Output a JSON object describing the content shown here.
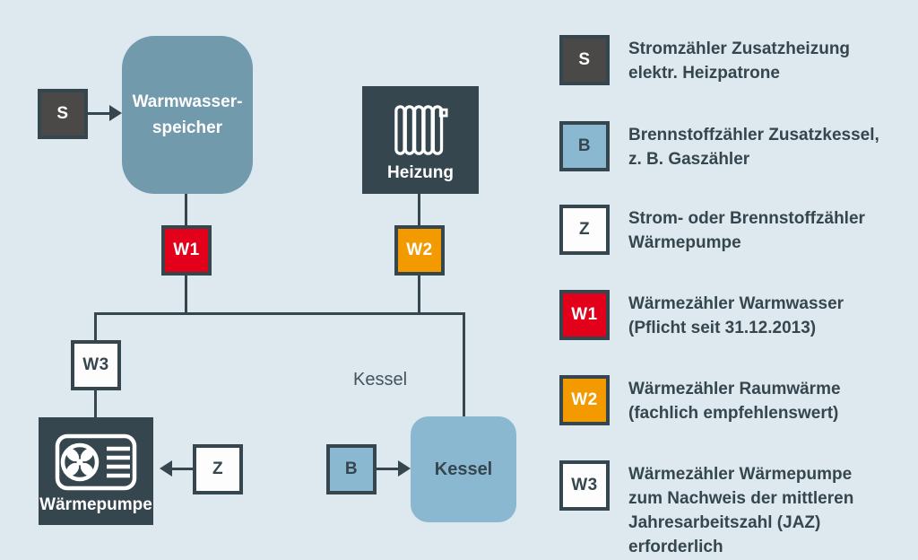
{
  "colors": {
    "background": "#dee8ef",
    "dark_slate": "#36464f",
    "dark_gray_meter": "#4a4947",
    "steel_blue_storage": "#719aac",
    "light_blue_kessel": "#8ab8d0",
    "red_w1": "#e2001a",
    "orange_w2": "#f29a00",
    "white_meter": "#fdfdfd"
  },
  "icons": {
    "heizung": "radiator-icon",
    "waermepumpe": "heat-pump-fan-icon"
  },
  "diagram": {
    "s_meter": "S",
    "storage_label": "Warmwasser-\nspeicher",
    "heizung_label": "Heizung",
    "w1_meter": "W1",
    "w2_meter": "W2",
    "w3_meter": "W3",
    "z_meter": "Z",
    "b_meter": "B",
    "kessel_area_label": "Kessel",
    "kessel_label": "Kessel",
    "waermepumpe_label": "Wärmepumpe"
  },
  "legend": {
    "items": [
      {
        "key": "S",
        "color": "#4a4947",
        "text": "Stromzähler Zusatzheizung\nelektr. Heizpatrone"
      },
      {
        "key": "B",
        "color": "#8ab8d0",
        "text": "Brennstoffzähler Zusatzkessel,\nz. B. Gaszähler"
      },
      {
        "key": "Z",
        "color": "#fdfdfd",
        "text": "Strom- oder Brennstoffzähler\nWärmepumpe"
      },
      {
        "key": "W1",
        "color": "#e2001a",
        "text": "Wärmezähler Warmwasser\n(Pflicht seit 31.12.2013)"
      },
      {
        "key": "W2",
        "color": "#f29a00",
        "text": "Wärmezähler Raumwärme\n(fachlich empfehlenswert)"
      },
      {
        "key": "W3",
        "color": "#fdfdfd",
        "text": "Wärmezähler Wärmepumpe\nzum Nachweis der mittleren\nJahresarbeitszahl (JAZ) erforderlich"
      }
    ]
  }
}
